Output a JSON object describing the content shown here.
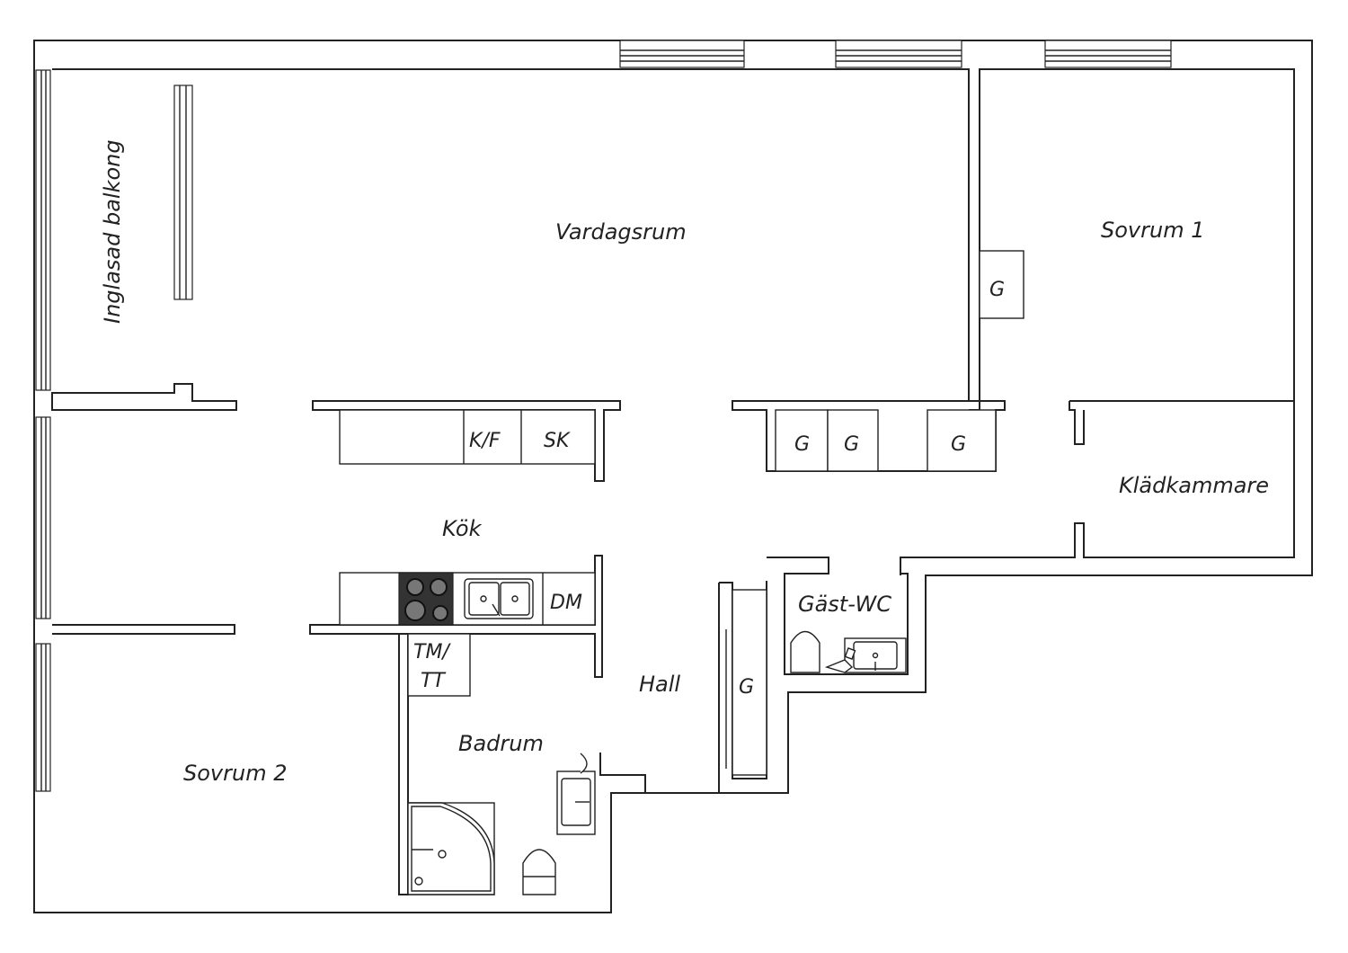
{
  "rooms": {
    "balcony": "Inglasad balkong",
    "living": "Vardagsrum",
    "bedroom1": "Sovrum 1",
    "bedroom2": "Sovrum 2",
    "kitchen": "Kök",
    "walkin": "Klädkammare",
    "guest_wc": "Gäst-WC",
    "hall": "Hall",
    "bathroom": "Badrum"
  },
  "fixtures": {
    "fridge_freezer": "K/F",
    "cabinet": "SK",
    "dishwasher": "DM",
    "washer_line1": "TM/",
    "washer_line2": "TT",
    "wardrobe": "G"
  }
}
